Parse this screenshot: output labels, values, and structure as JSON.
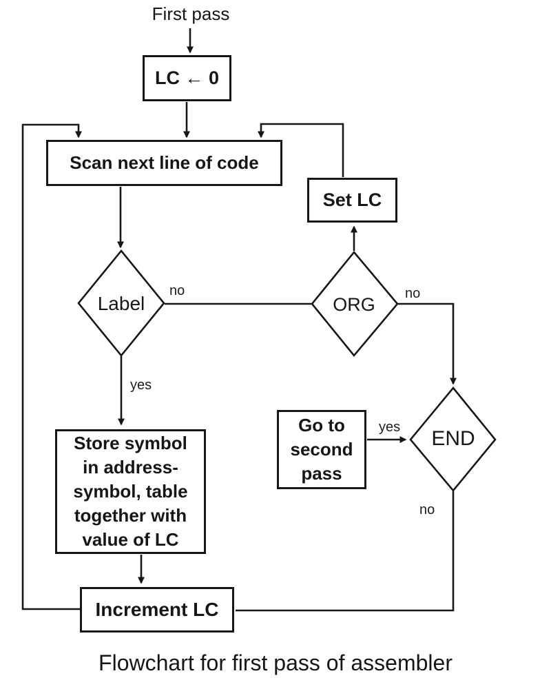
{
  "colors": {
    "line": "#161616",
    "background": "#ffffff"
  },
  "start_label": "First pass",
  "caption": "Flowchart for first pass of assembler",
  "nodes": {
    "lc_init": {
      "label": "LC ← 0"
    },
    "scan": {
      "label": "Scan next line of code"
    },
    "set_lc": {
      "label": "Set LC"
    },
    "label_decision": {
      "label": "Label"
    },
    "org_decision": {
      "label": "ORG"
    },
    "end_decision": {
      "label": "END"
    },
    "goto_second_pass": {
      "lines": [
        "Go to",
        "second",
        "pass"
      ]
    },
    "store_symbol": {
      "lines": [
        "Store symbol",
        "in address-",
        "symbol, table",
        "together with",
        "value of LC"
      ]
    },
    "increment_lc": {
      "label": "Increment LC"
    }
  },
  "edge_labels": {
    "label_no": "no",
    "label_yes": "yes",
    "org_no": "no",
    "end_yes": "yes",
    "end_no": "no"
  }
}
